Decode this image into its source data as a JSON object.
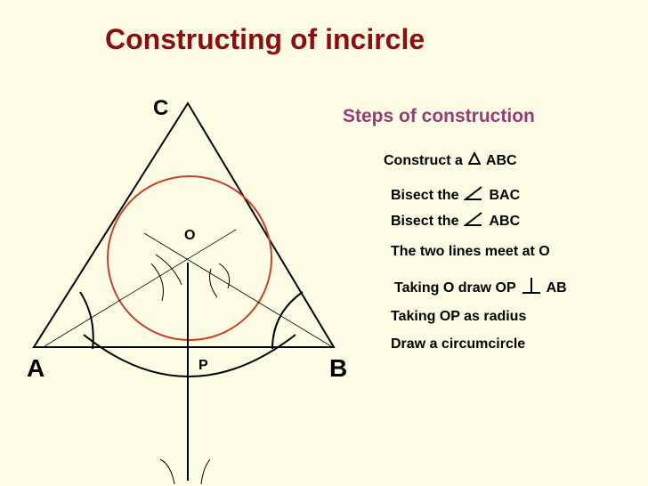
{
  "title": "Constructing of incircle",
  "diagram": {
    "vertex_labels": {
      "a": "A",
      "b": "B",
      "c": "C",
      "o": "O",
      "p": "P"
    },
    "colors": {
      "triangle": "#000000",
      "circle": "#c0442a",
      "construction": "#000000"
    }
  },
  "steps": {
    "heading": "Steps of construction",
    "items": [
      {
        "pre": "Construct a",
        "symbol": "triangle-symbol",
        "post": "ABC"
      },
      {
        "pre": "Bisect the",
        "symbol": "angle-symbol",
        "post": "BAC"
      },
      {
        "pre": "Bisect the",
        "symbol": "angle-symbol",
        "post": "ABC"
      },
      {
        "pre": "The two lines meet at O"
      },
      {
        "pre": "Taking O draw OP",
        "symbol": "perpendicular-symbol",
        "post": "AB"
      },
      {
        "pre": "Taking OP as radius"
      },
      {
        "pre": "Draw a circumcircle"
      }
    ]
  }
}
